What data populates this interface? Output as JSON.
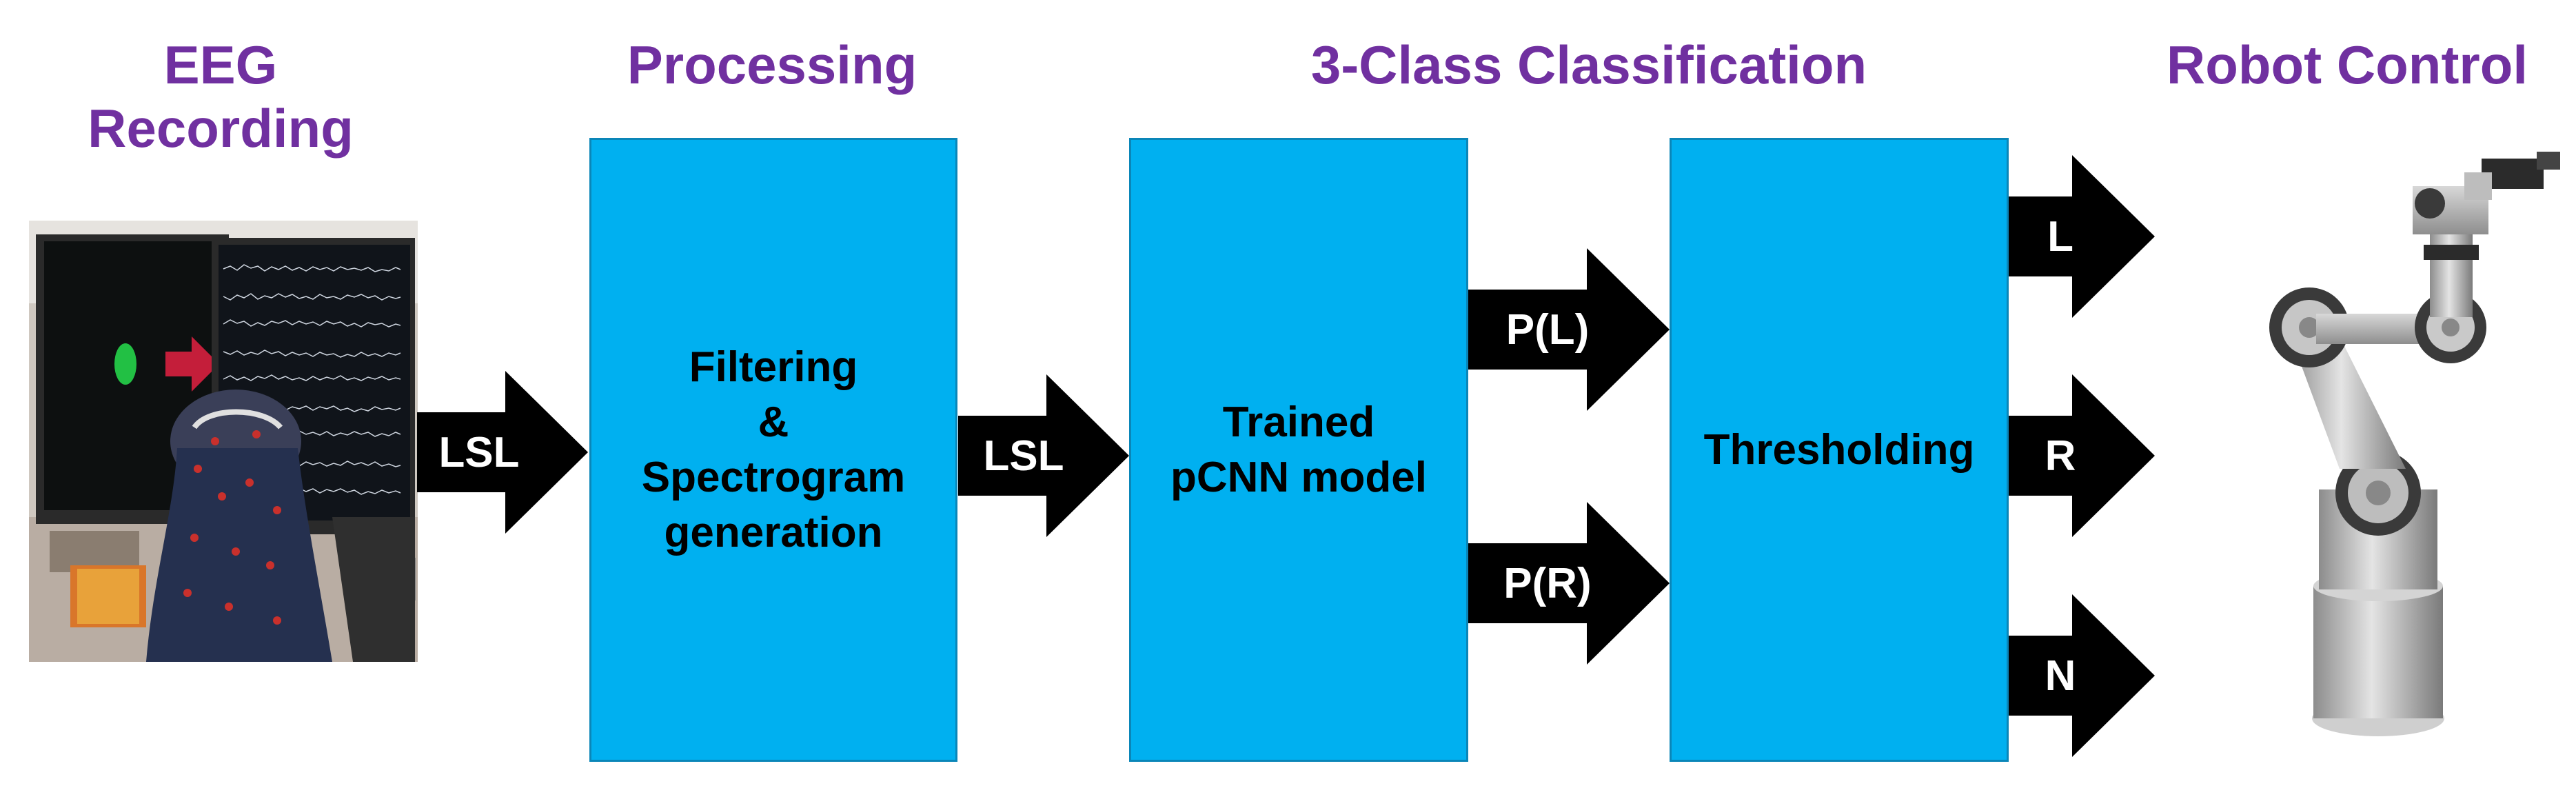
{
  "colors": {
    "heading": "#7030a0",
    "box": "#00b0f0",
    "arrow": "#000000",
    "arrow_text": "#ffffff"
  },
  "headings": {
    "eeg": [
      "EEG",
      "Recording"
    ],
    "processing": "Processing",
    "classification": "3-Class Classification",
    "robot": "Robot Control"
  },
  "boxes": {
    "processing": [
      "Filtering",
      "&",
      "Spectrogram",
      "generation"
    ],
    "model": [
      "Trained",
      "pCNN model"
    ],
    "threshold": [
      "Thresholding"
    ]
  },
  "arrows": {
    "lsl_1": "LSL",
    "lsl_2": "LSL",
    "p_left": "P(L)",
    "p_right": "P(R)",
    "out_left": "L",
    "out_right": "R",
    "out_none": "N"
  },
  "images": {
    "eeg_photo": "photo-eeg-recording-setup",
    "robot": "robot-arm-illustration"
  }
}
